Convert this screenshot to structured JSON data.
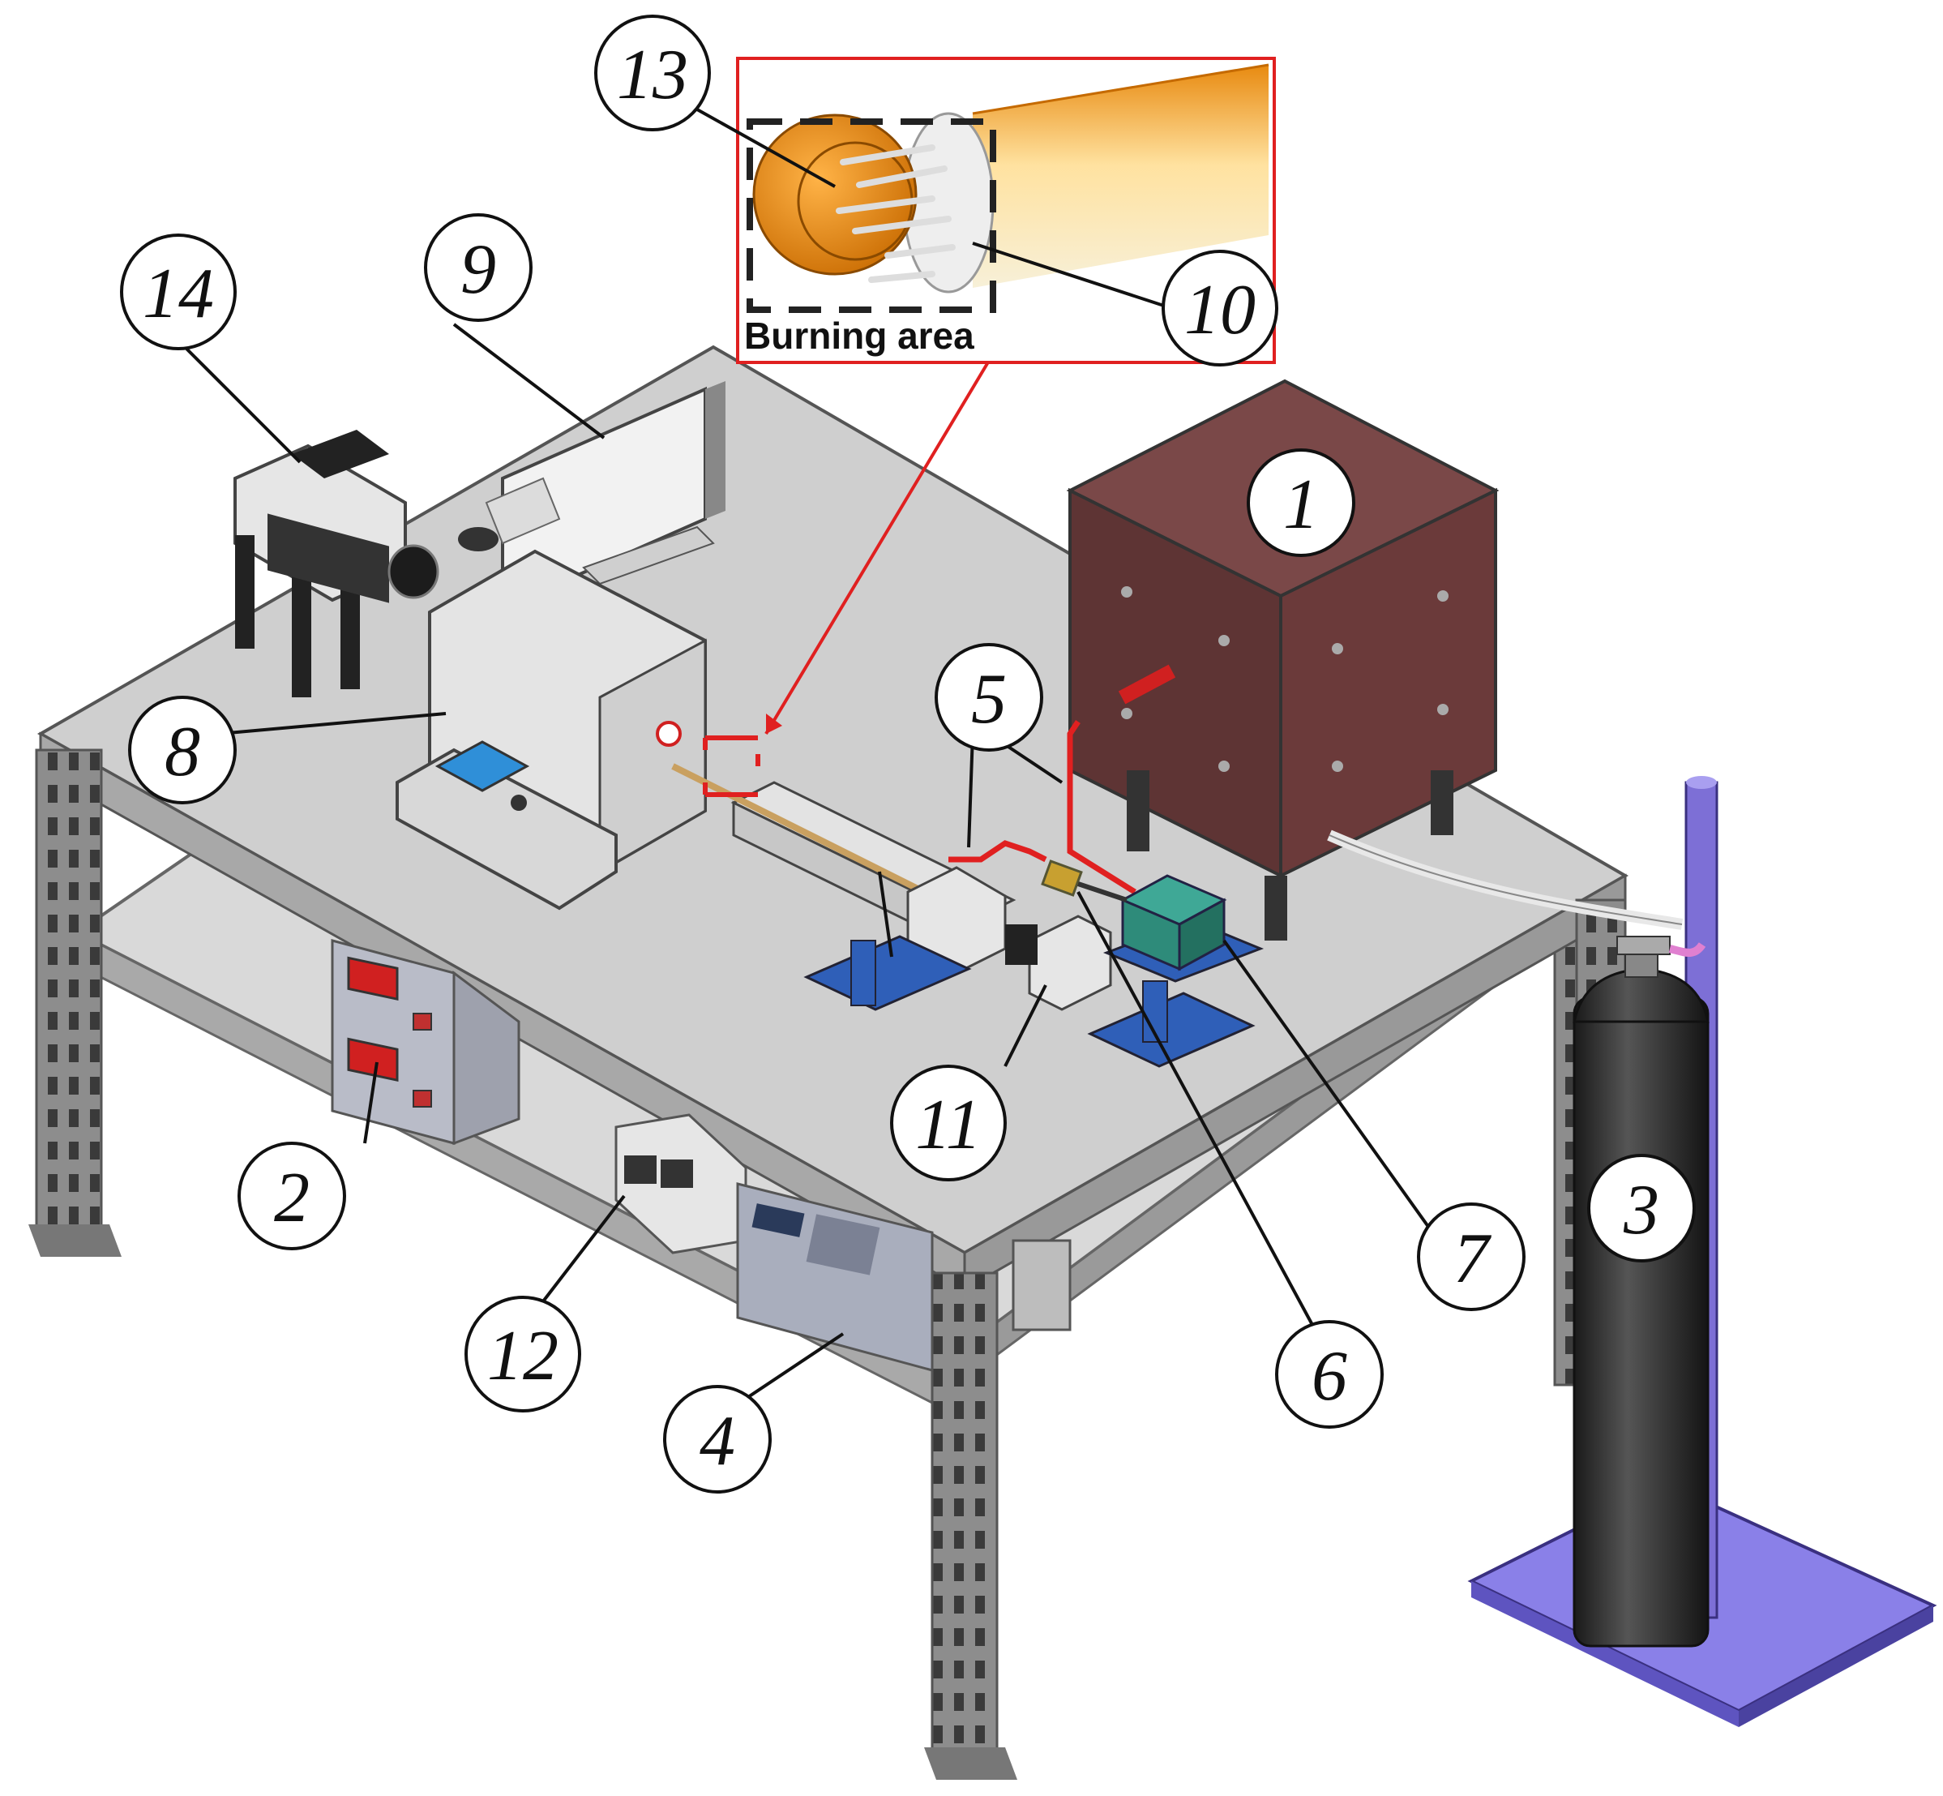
{
  "inset": {
    "caption": "Burning area"
  },
  "callouts": [
    {
      "id": "1",
      "label": "1"
    },
    {
      "id": "2",
      "label": "2"
    },
    {
      "id": "3",
      "label": "3"
    },
    {
      "id": "4",
      "label": "4"
    },
    {
      "id": "5",
      "label": "5"
    },
    {
      "id": "6",
      "label": "6"
    },
    {
      "id": "7",
      "label": "7"
    },
    {
      "id": "8",
      "label": "8"
    },
    {
      "id": "9",
      "label": "9"
    },
    {
      "id": "10",
      "label": "10"
    },
    {
      "id": "11",
      "label": "11"
    },
    {
      "id": "12",
      "label": "12"
    },
    {
      "id": "13",
      "label": "13"
    },
    {
      "id": "14",
      "label": "14"
    }
  ],
  "colors": {
    "table_top": "#cfcfcf",
    "frame": "#8a8a8a",
    "furnace": "#6b3a3a",
    "cylinder": "#2a2a2a",
    "stand": "#7d6fd6",
    "highlight_red": "#e02020",
    "mount_blue": "#2f5fb8",
    "tube_orange": "#f0a020",
    "box_green": "#2e8b7a"
  }
}
